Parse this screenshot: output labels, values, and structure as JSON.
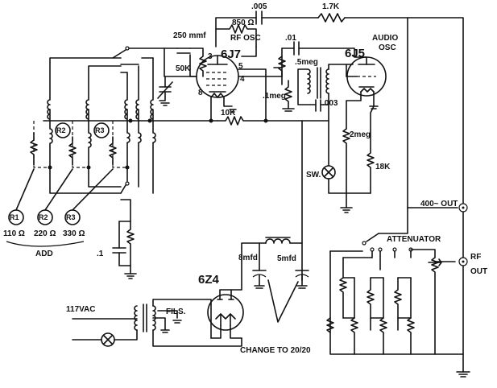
{
  "labels": {
    "c_top": ".005",
    "r_top": "1.7K",
    "c_250": "250 mmf",
    "r_850": "850 Ω",
    "rf_osc": "RF OSC",
    "tube_6j7": "6J7",
    "c_01": ".01",
    "audio_osc": "AUDIO OSC",
    "tube_6j5": "6J5",
    "r_50k": "50K",
    "pot_5meg": ".5meg",
    "r_1meg": ".1meg",
    "c_003": ".003",
    "pin3": "3",
    "pin4": "4",
    "pin5": "5",
    "pin8": "8",
    "r_10k": "10K",
    "r_2meg": "2meg",
    "r_18k": "18K",
    "sw": "SW.",
    "out_400": "400~ OUT",
    "r1_circle": "R1",
    "r2_circle": "R2",
    "r3_circle": "R3",
    "r1_value": "110 Ω",
    "r2_value": "220 Ω",
    "r3_value": "330 Ω",
    "add": "ADD",
    "c_point1": ".1",
    "attenuator": "ATTENUATOR",
    "rf_out_1": "RF",
    "rf_out_2": "OUT",
    "c_8mfd": "8mfd",
    "c_5mfd": "5mfd",
    "tube_6z4": "6Z4",
    "vac_117": "117VAC",
    "fils": "FILS.",
    "change": "CHANGE TO 20/20"
  }
}
